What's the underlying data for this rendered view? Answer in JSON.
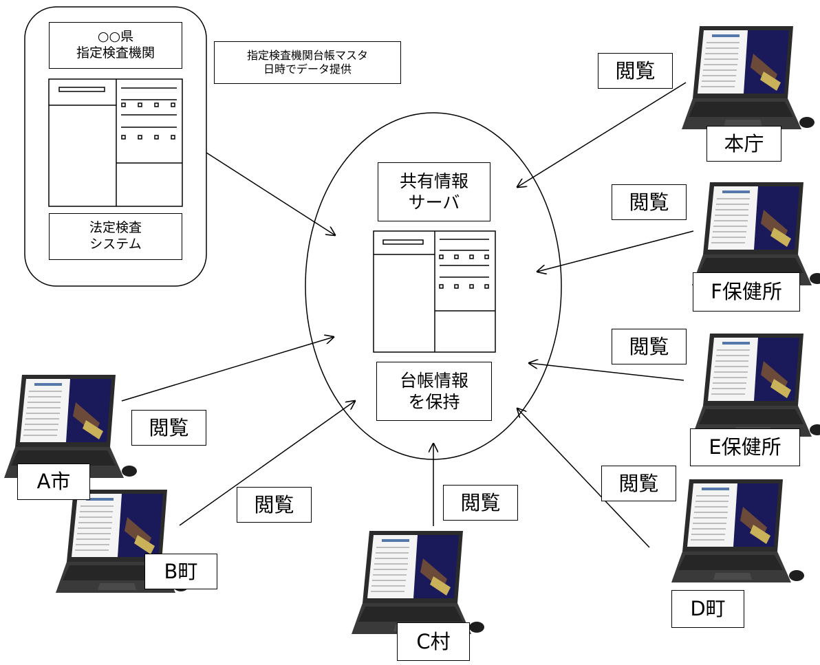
{
  "pref": {
    "name": "○○県\n指定検査機関",
    "system": "法定検査\nシステム"
  },
  "data_note": "指定検査機関台帳マスタ\n日時でデータ提供",
  "server": {
    "title": "共有情報\nサーバ",
    "ledger": "台帳情報\nを保持"
  },
  "view_label": "閲覧",
  "nodes": {
    "honcho": "本庁",
    "f_hc": "F保健所",
    "e_hc": "E保健所",
    "d_town": "D町",
    "c_village": "C村",
    "b_town": "B町",
    "a_city": "A市"
  },
  "views": {
    "honcho": "閲覧",
    "f_hc": "閲覧",
    "e_hc": "閲覧",
    "d_town": "閲覧",
    "c_village": "閲覧",
    "b_town": "閲覧",
    "a_city": "閲覧"
  },
  "colors": {
    "line": "#000000",
    "screen": "#1a1a5a",
    "laptop_body": "#2b2b2b",
    "paper": "#f4f4f4"
  }
}
